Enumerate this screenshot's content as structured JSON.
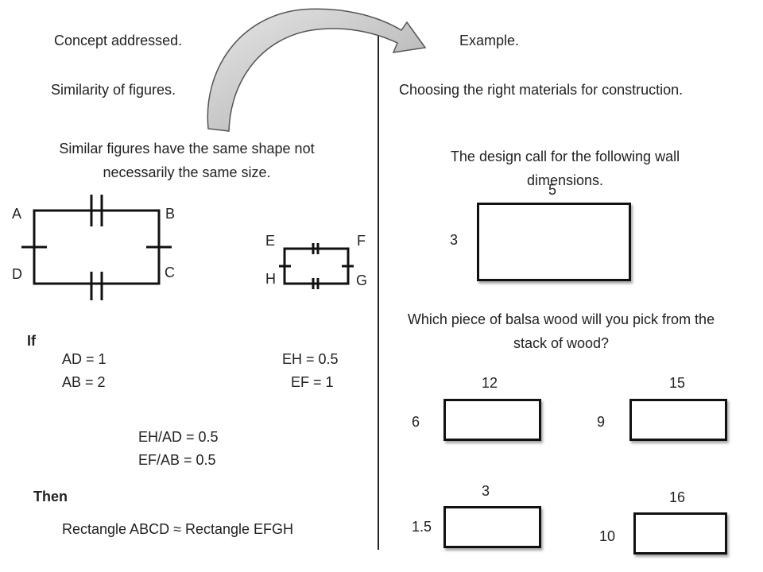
{
  "left": {
    "heading": "Concept addressed.",
    "topic": "Similarity of figures.",
    "definition": "Similar figures have the same shape not necessarily the same size.",
    "labels_large": {
      "a": "A",
      "b": "B",
      "c": "C",
      "d": "D"
    },
    "labels_small": {
      "e": "E",
      "f": "F",
      "g": "G",
      "h": "H"
    },
    "if_label": "If",
    "ad": "AD = 1",
    "ab": "AB = 2",
    "eh": "EH = 0.5",
    "ef": "EF = 1",
    "ratio1": "EH/AD = 0.5",
    "ratio2": "EF/AB = 0.5",
    "then_label": "Then",
    "conclusion": "Rectangle ABCD ≈  Rectangle EFGH"
  },
  "right": {
    "heading": "Example.",
    "topic": "Choosing the right materials for construction.",
    "design_text": "The design call for the following wall dimensions.",
    "wall_width": "5",
    "wall_height": "3",
    "question": "Which piece of balsa wood will you pick from the stack of wood?",
    "options": [
      {
        "width": "12",
        "height": "6"
      },
      {
        "width": "15",
        "height": "9"
      },
      {
        "width": "3",
        "height": "1.5"
      },
      {
        "width": "16",
        "height": "10"
      }
    ]
  }
}
